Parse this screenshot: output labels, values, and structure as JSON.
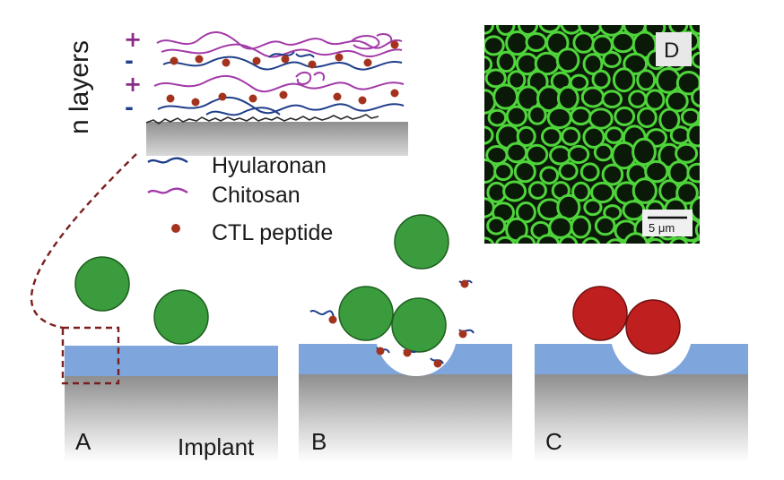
{
  "layer_stack": {
    "axis_label": "n layers",
    "signs": [
      "+",
      "-",
      "+",
      "-"
    ]
  },
  "legend": {
    "items": [
      {
        "label": "Hyularonan",
        "symbol": "wavy-line",
        "color": "#1f3f8a"
      },
      {
        "label": "Chitosan",
        "symbol": "wavy-line",
        "color": "#a23aa8"
      },
      {
        "label": "CTL peptide",
        "symbol": "dot",
        "color": "#a3331d"
      }
    ]
  },
  "panels": {
    "a": {
      "letter": "A",
      "caption": "Implant"
    },
    "b": {
      "letter": "B"
    },
    "c": {
      "letter": "C"
    },
    "d": {
      "letter": "D",
      "scale_bar": "5 μm"
    }
  },
  "colors": {
    "coating": "#7ea6dd",
    "cell_green": "#3a9c3c",
    "cell_red": "#c01f1f",
    "micro_bg": "#0b1a08",
    "micro_fluor": "#4fd43b",
    "sign_color": "#8a2a86",
    "dashed": "#7a1f1f"
  }
}
